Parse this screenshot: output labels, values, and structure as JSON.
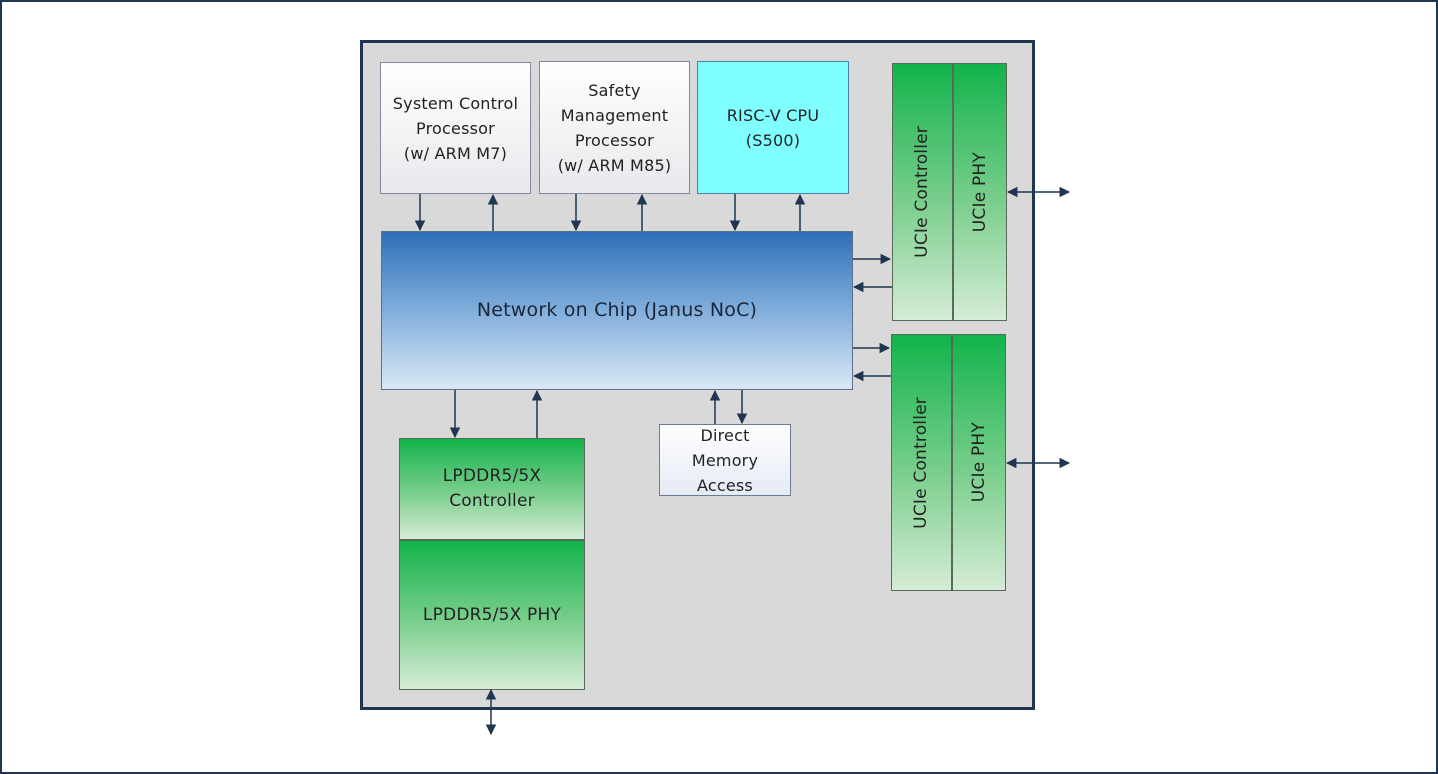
{
  "blocks": {
    "system_control": "System Control\nProcessor\n(w/ ARM M7)",
    "safety": "Safety\nManagement\nProcessor\n(w/ ARM M85)",
    "riscv": "RISC-V CPU\n(S500)",
    "noc": "Network on Chip (Janus NoC)",
    "lpddr_controller": "LPDDR5/5X\nController",
    "lpddr_phy": "LPDDR5/5X PHY",
    "dma": "Direct\nMemory\nAccess",
    "ucie_top": {
      "controller": "UCIe Controller",
      "phy": "UCIe PHY"
    },
    "ucie_bottom": {
      "controller": "UCIe Controller",
      "phy": "UCIe PHY"
    }
  },
  "colors": {
    "outline": "#1f3550",
    "chip_fill": "#d9d9d9",
    "cpu_fill": "#7fffff",
    "green": "#12b34b",
    "noc_blue": "#2e6fb7"
  }
}
